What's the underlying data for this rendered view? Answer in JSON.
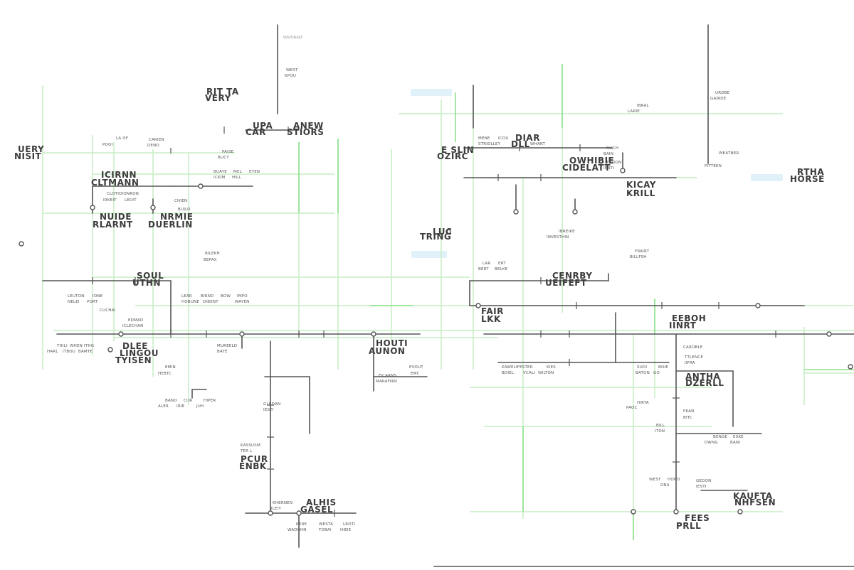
{
  "colors": {
    "grid_green": "#c6eec4",
    "bright_green": "#8ee08c",
    "highlight_blue": "#cfeaf7",
    "line_dark": "#555555",
    "label": "#3c3c3c"
  },
  "labels": [
    {
      "id": "uery-nisit-1",
      "text": "UERY"
    },
    {
      "id": "uery-nisit-2",
      "text": "NISIT"
    },
    {
      "id": "rit-ta",
      "text": "RIT TA"
    },
    {
      "id": "very",
      "text": "VERY"
    },
    {
      "id": "upa",
      "text": "UPA"
    },
    {
      "id": "car",
      "text": "CAR"
    },
    {
      "id": "anew",
      "text": "ANEW"
    },
    {
      "id": "stiors",
      "text": "STIORS"
    },
    {
      "id": "icirnn",
      "text": "ICIRNN"
    },
    {
      "id": "cltmann",
      "text": "CLTMANN"
    },
    {
      "id": "nuide",
      "text": "NUIDE"
    },
    {
      "id": "rlarnt",
      "text": "RLARNT"
    },
    {
      "id": "nrmie",
      "text": "NRMIE"
    },
    {
      "id": "duerlin",
      "text": "DUERLIN"
    },
    {
      "id": "diar",
      "text": "DIAR"
    },
    {
      "id": "dll",
      "text": "DLL"
    },
    {
      "id": "e-slin",
      "text": "E SLIN"
    },
    {
      "id": "ozirc",
      "text": "OZIRC"
    },
    {
      "id": "owhibie",
      "text": "OWHIBIE"
    },
    {
      "id": "cidelatt",
      "text": "CIDELATT"
    },
    {
      "id": "kicay",
      "text": "KICAY"
    },
    {
      "id": "krill",
      "text": "KRILL"
    },
    {
      "id": "rtha",
      "text": "RTHA"
    },
    {
      "id": "horse",
      "text": "HORSE"
    },
    {
      "id": "luc",
      "text": "LUC"
    },
    {
      "id": "tring",
      "text": "TRING"
    },
    {
      "id": "soul",
      "text": "SOUL"
    },
    {
      "id": "uthn",
      "text": "UTHN"
    },
    {
      "id": "cenrby",
      "text": "CENRBY"
    },
    {
      "id": "ueifeft",
      "text": "UEIFEFT"
    },
    {
      "id": "fair",
      "text": "FAIR"
    },
    {
      "id": "lkk",
      "text": "LKK"
    },
    {
      "id": "eeboh",
      "text": "EEBOH"
    },
    {
      "id": "iinrt",
      "text": "IINRT"
    },
    {
      "id": "dlee",
      "text": "DLEE"
    },
    {
      "id": "lingou",
      "text": "LINGOU"
    },
    {
      "id": "tyisen",
      "text": "TYISEN"
    },
    {
      "id": "houti",
      "text": "HOUTI"
    },
    {
      "id": "aunon",
      "text": "AUNON"
    },
    {
      "id": "antha",
      "text": "ANTHA"
    },
    {
      "id": "dzerll",
      "text": "DZERLL"
    },
    {
      "id": "pcur",
      "text": "PCUR"
    },
    {
      "id": "enbk",
      "text": "ENBK"
    },
    {
      "id": "alhis",
      "text": "ALHIS"
    },
    {
      "id": "gasel",
      "text": "GASEL"
    },
    {
      "id": "fees",
      "text": "FEES"
    },
    {
      "id": "prll",
      "text": "PRLL"
    },
    {
      "id": "kaufta",
      "text": "KAUFTA"
    },
    {
      "id": "nhfsen",
      "text": "NHFSEN"
    }
  ],
  "minor_labels": [
    {
      "id": "m1",
      "text": "SOUTHEAST"
    },
    {
      "id": "m2",
      "text": "WEST"
    },
    {
      "id": "m3",
      "text": "KPOU"
    },
    {
      "id": "m4",
      "text": "LA OF"
    },
    {
      "id": "m5",
      "text": "POOI"
    },
    {
      "id": "m6",
      "text": "CARIEN"
    },
    {
      "id": "m7",
      "text": "DENO"
    },
    {
      "id": "m8",
      "text": "PAISE"
    },
    {
      "id": "m9",
      "text": "BUCT"
    },
    {
      "id": "m10",
      "text": "BUAYE"
    },
    {
      "id": "m11",
      "text": "MEL"
    },
    {
      "id": "m12",
      "text": "EYEN"
    },
    {
      "id": "m13",
      "text": "ICKIM"
    },
    {
      "id": "m14",
      "text": "HILL"
    },
    {
      "id": "m15",
      "text": "MENE"
    },
    {
      "id": "m16",
      "text": "ICOU"
    },
    {
      "id": "m17",
      "text": "STRIDLLEY"
    },
    {
      "id": "m18",
      "text": "WHART"
    },
    {
      "id": "m19",
      "text": "IBRAL"
    },
    {
      "id": "m20",
      "text": "LARIE"
    },
    {
      "id": "m21",
      "text": "MACH"
    },
    {
      "id": "m22",
      "text": "BAIN"
    },
    {
      "id": "m23",
      "text": "THOON"
    },
    {
      "id": "m24",
      "text": "IENTI"
    },
    {
      "id": "m25",
      "text": "WEATNER"
    },
    {
      "id": "m26",
      "text": "PITTEEN"
    },
    {
      "id": "m27",
      "text": "URDBE"
    },
    {
      "id": "m28",
      "text": "GAIRDE"
    },
    {
      "id": "m29",
      "text": "CLOTIOIONRON"
    },
    {
      "id": "m30",
      "text": "IRKEIT"
    },
    {
      "id": "m31",
      "text": "LEDIT"
    },
    {
      "id": "m32",
      "text": "CHIEN"
    },
    {
      "id": "m33",
      "text": "BUILO"
    },
    {
      "id": "m34",
      "text": "BILEKH"
    },
    {
      "id": "m35",
      "text": "BEPAX"
    },
    {
      "id": "m36",
      "text": "IBREIKE"
    },
    {
      "id": "m37",
      "text": "INVESTHIN"
    },
    {
      "id": "m38",
      "text": "FRAIRT"
    },
    {
      "id": "m39",
      "text": "BILLFSH"
    },
    {
      "id": "m40",
      "text": "LAR"
    },
    {
      "id": "m41",
      "text": "ERT"
    },
    {
      "id": "m42",
      "text": "BERT"
    },
    {
      "id": "m43",
      "text": "BELKE"
    },
    {
      "id": "m44",
      "text": "LEAR"
    },
    {
      "id": "m45",
      "text": "BIRND"
    },
    {
      "id": "m46",
      "text": "BOW"
    },
    {
      "id": "m47",
      "text": "IMPO"
    },
    {
      "id": "m48",
      "text": "HOBUNE"
    },
    {
      "id": "m49",
      "text": "DIBENT"
    },
    {
      "id": "m50",
      "text": "WAYEN"
    },
    {
      "id": "m51",
      "text": "LEUTON"
    },
    {
      "id": "m52",
      "text": "IONE"
    },
    {
      "id": "m53",
      "text": "NELEI"
    },
    {
      "id": "m54",
      "text": "PORT"
    },
    {
      "id": "m55",
      "text": "CUCHAI"
    },
    {
      "id": "m56",
      "text": "EDMAD"
    },
    {
      "id": "m57",
      "text": "ICLECHAN"
    },
    {
      "id": "m58",
      "text": "THILI"
    },
    {
      "id": "m59",
      "text": "WHEN"
    },
    {
      "id": "m60",
      "text": "ITHG"
    },
    {
      "id": "m61",
      "text": "HARL"
    },
    {
      "id": "m62",
      "text": "ITBOU"
    },
    {
      "id": "m63",
      "text": "BAMTE"
    },
    {
      "id": "m64",
      "text": "MUREELD"
    },
    {
      "id": "m65",
      "text": "BAYE"
    },
    {
      "id": "m66",
      "text": "EMIN"
    },
    {
      "id": "m67",
      "text": "HEBTC"
    },
    {
      "id": "m68",
      "text": "BANO"
    },
    {
      "id": "m69",
      "text": "CUR"
    },
    {
      "id": "m70",
      "text": "HIPER"
    },
    {
      "id": "m71",
      "text": "ALER"
    },
    {
      "id": "m72",
      "text": "IRIE"
    },
    {
      "id": "m73",
      "text": "JUH"
    },
    {
      "id": "m74",
      "text": "KAWELIFESTER"
    },
    {
      "id": "m75",
      "text": "KIES"
    },
    {
      "id": "m76",
      "text": "BDIEL"
    },
    {
      "id": "m77",
      "text": "VCALI"
    },
    {
      "id": "m78",
      "text": "WILTON"
    },
    {
      "id": "m79",
      "text": "SUDI"
    },
    {
      "id": "m80",
      "text": "BOIE"
    },
    {
      "id": "m81",
      "text": "BATON"
    },
    {
      "id": "m82",
      "text": "GO"
    },
    {
      "id": "m83",
      "text": "TTLENCE"
    },
    {
      "id": "m84",
      "text": "IIFRA"
    },
    {
      "id": "m85",
      "text": "EVOUT"
    },
    {
      "id": "m86",
      "text": "EMC"
    },
    {
      "id": "m87",
      "text": "CAROBLE"
    },
    {
      "id": "m88",
      "text": "FRAN"
    },
    {
      "id": "m89",
      "text": "BITC"
    },
    {
      "id": "m90",
      "text": "BILL"
    },
    {
      "id": "m91",
      "text": "ITON"
    },
    {
      "id": "m92",
      "text": "BENGE"
    },
    {
      "id": "m93",
      "text": "ESKE"
    },
    {
      "id": "m94",
      "text": "DWNG"
    },
    {
      "id": "m95",
      "text": "BANI"
    },
    {
      "id": "m96",
      "text": "KHERNEN"
    },
    {
      "id": "m97",
      "text": "IILEIT"
    },
    {
      "id": "m98",
      "text": "KERE"
    },
    {
      "id": "m99",
      "text": "WESTA"
    },
    {
      "id": "m100",
      "text": "LROTI"
    },
    {
      "id": "m101",
      "text": "WADUHN"
    },
    {
      "id": "m102",
      "text": "TOBAI"
    },
    {
      "id": "m103",
      "text": "HIEIE"
    },
    {
      "id": "m104",
      "text": "KASSUSM"
    },
    {
      "id": "m105",
      "text": "TER L"
    },
    {
      "id": "m106",
      "text": "WEST"
    },
    {
      "id": "m107",
      "text": "HONO"
    },
    {
      "id": "m108",
      "text": "DNA"
    },
    {
      "id": "m109",
      "text": "GEDON"
    },
    {
      "id": "m110",
      "text": "IESTI"
    },
    {
      "id": "m111",
      "text": "GLUDAN"
    },
    {
      "id": "m112",
      "text": "IESTI"
    },
    {
      "id": "m113",
      "text": "FICARNS"
    },
    {
      "id": "m114",
      "text": "MARAFNRI"
    },
    {
      "id": "m115",
      "text": "HIRTA"
    },
    {
      "id": "m116",
      "text": "PAOC"
    }
  ]
}
